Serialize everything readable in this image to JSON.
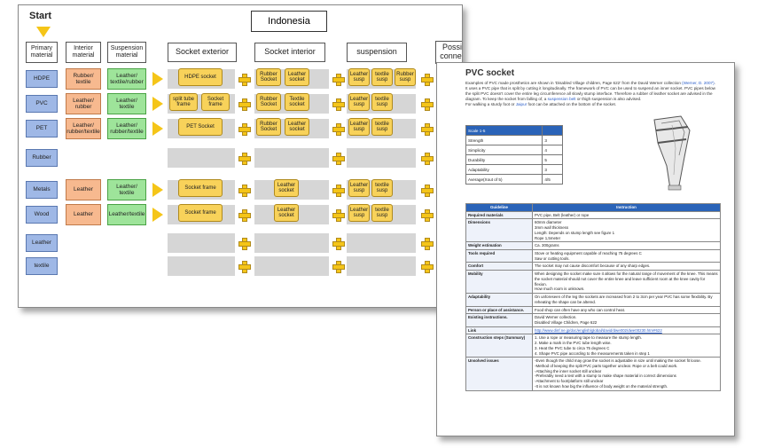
{
  "flow": {
    "start": "Start",
    "country": "Indonesia",
    "headers": {
      "primary": "Primary material",
      "interior": "Interior material",
      "suspension_material": "Suspension material",
      "socket_exterior": "Socket exterior",
      "socket_interior": "Socket interior",
      "suspension": "suspension",
      "connector": "Possible connector"
    },
    "rows": [
      {
        "primary": "HDPE",
        "interior": "Rubber/ textile",
        "susp": "Leather/ textile/rubber",
        "ext": [
          "HDPE socket"
        ],
        "int": [
          "Rubber Socket",
          "Leather socket"
        ],
        "sus": [
          "Leather susp",
          "textile susp",
          "Rubber susp"
        ]
      },
      {
        "primary": "PVC",
        "interior": "Leather/ rubber",
        "susp": "Leather/ textile",
        "ext": [
          "split tube frame",
          "Socket frame"
        ],
        "int": [
          "Rubber Socket",
          "Textile socket"
        ],
        "sus": [
          "Leather susp",
          "textile susp"
        ]
      },
      {
        "primary": "PET",
        "interior": "Leather/ rubber/textile",
        "susp": "Leather/ rubber/textile",
        "ext": [
          "PET Socket"
        ],
        "int": [
          "Rubber Socket",
          "Leather socket"
        ],
        "sus": [
          "Leather susp",
          "textile susp"
        ]
      },
      {
        "primary": "Rubber",
        "interior": "",
        "susp": "",
        "ext": [],
        "int": [],
        "sus": []
      },
      {
        "primary": "Metals",
        "interior": "Leather",
        "susp": "Leather/ textile",
        "ext": [
          "Socket frame"
        ],
        "int": [
          "Leather socket"
        ],
        "sus": [
          "Leather susp",
          "textile susp"
        ]
      },
      {
        "primary": "Wood",
        "interior": "Leather",
        "susp": "Leather/textile",
        "ext": [
          "Socket frame"
        ],
        "int": [
          "Leather socket"
        ],
        "sus": [
          "Leather susp",
          "textile susp"
        ]
      },
      {
        "primary": "Leather",
        "interior": "",
        "susp": "",
        "ext": [],
        "int": [],
        "sus": []
      },
      {
        "primary": "textile",
        "interior": "",
        "susp": "",
        "ext": [],
        "int": [],
        "sus": []
      }
    ]
  },
  "doc": {
    "title": "PVC socket",
    "intro_1": "Examples of PVC made prosthetics are shown in 'Disabled Village children, Page 622' from the David Werner collection",
    "intro_link": "(Werner, D. 2007)",
    "intro_2": ". It uses a PVC pipe that is split by cutting it longitudinally. The framework of PVC can be used to suspend an inner socket. PVC pipes below the split PVC doesn't cover the entire leg circumference all slowly stump interface. Therefore a rubber of leather socket are advised in the diagram. To keep the socket from falling of, a",
    "intro_link2": "suspension belt",
    "intro_3": "or thigh suspension is also advised.",
    "intro_4": "For walking a sturdy foot or",
    "intro_link3": "Jaipur",
    "intro_5": "foot can be attached on the bottom of the socket.",
    "props_header": [
      "Scale 1-5",
      ""
    ],
    "props": [
      [
        "Strength",
        "3"
      ],
      [
        "Simplicity",
        "4"
      ],
      [
        "Durability",
        "5"
      ],
      [
        "Adaptability",
        "3"
      ],
      [
        "Average(Xout of 5)",
        "4/5"
      ]
    ],
    "guide_header": [
      "Guideline",
      "Instruction"
    ],
    "guide": [
      [
        "Required materials",
        "PVC pipe, Belt (leather) or rope"
      ],
      [
        "Dimensions",
        "60mm diameter\n3mm wall thickness\nLength: Depends on stump length see figure 1\nRope 1,5meter"
      ],
      [
        "Weight estimation",
        "Ca. 300grams"
      ],
      [
        "Tools required",
        "Stove or heating equipment capable of reaching 75 degrees C\nSaw or cutting tools."
      ],
      [
        "Comfort",
        "The socket may not cause discomfort because of any sharp edges."
      ],
      [
        "Mobility",
        "When designing the socket make sure it allows for the natural range of movement of the knee. This means the socket material should not cover the entire knee and leave sufficient room at the knee cavity for flexion.\nHow much room is unknown."
      ],
      [
        "Adaptability",
        "On unforeseen of the leg the sockets are increased from 2 to 3cm per year PVC has some flexibility. By reheating the shape can be altered."
      ],
      [
        "Person or place of assistance.",
        "Food shop can often have any who can control heat."
      ],
      [
        "Existing instructions.",
        "David Werner collection.\nDisabled Village Children, Page 622"
      ],
      [
        "Link",
        "http://www.dinf.ne.jp/doc/english/global/david/dwe002/dwe00230.htm#622"
      ],
      [
        "Construction steps (Summary)",
        "1. Use a rope or measuring tape to measure the stump length.\n2. Make a mark in the PVC tube length wise.\n3. Heat the PVC tube to circa 75 degrees C\n4. Shape PVC pipe according to the measurements taken in step 1"
      ],
      [
        "Unsolved issues",
        "-Even though the child may grow the socket is adjustable in size until making the socket fit loose.\n-Method of keeping the split PVC parts together unclear. Rope or a belt could work.\n-Attaching the inner socket still unclear\n-Preferably need a test with a stump to make shape material in correct dimensions\n-Attachment to foot/platform still unclear\n-It is not known how big the influence of body weight on the material strength."
      ]
    ]
  },
  "colors": {
    "primary": "#9fb8e6",
    "interior": "#f7b98f",
    "suspension": "#9ee49a",
    "arrow": "#f5c518",
    "header_blue": "#2a63b8"
  }
}
